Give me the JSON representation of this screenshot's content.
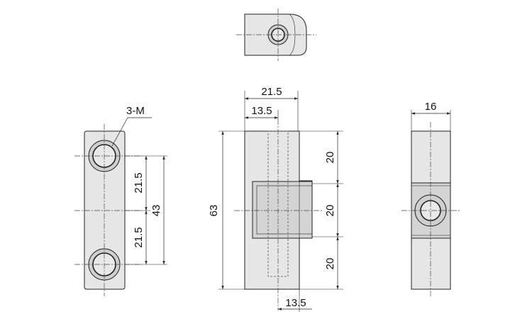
{
  "dimensions": {
    "front_width_total": "21.5",
    "front_width_left": "13.5",
    "front_height": "63",
    "front_seg_top": "20",
    "front_seg_mid": "20",
    "front_seg_bottom": "20",
    "front_bottom_width": "13.5",
    "left_pitch_top": "21.5",
    "left_pitch_bottom": "21.5",
    "left_pitch_total": "43",
    "side_width": "16"
  },
  "callouts": {
    "thread": "3-M"
  }
}
